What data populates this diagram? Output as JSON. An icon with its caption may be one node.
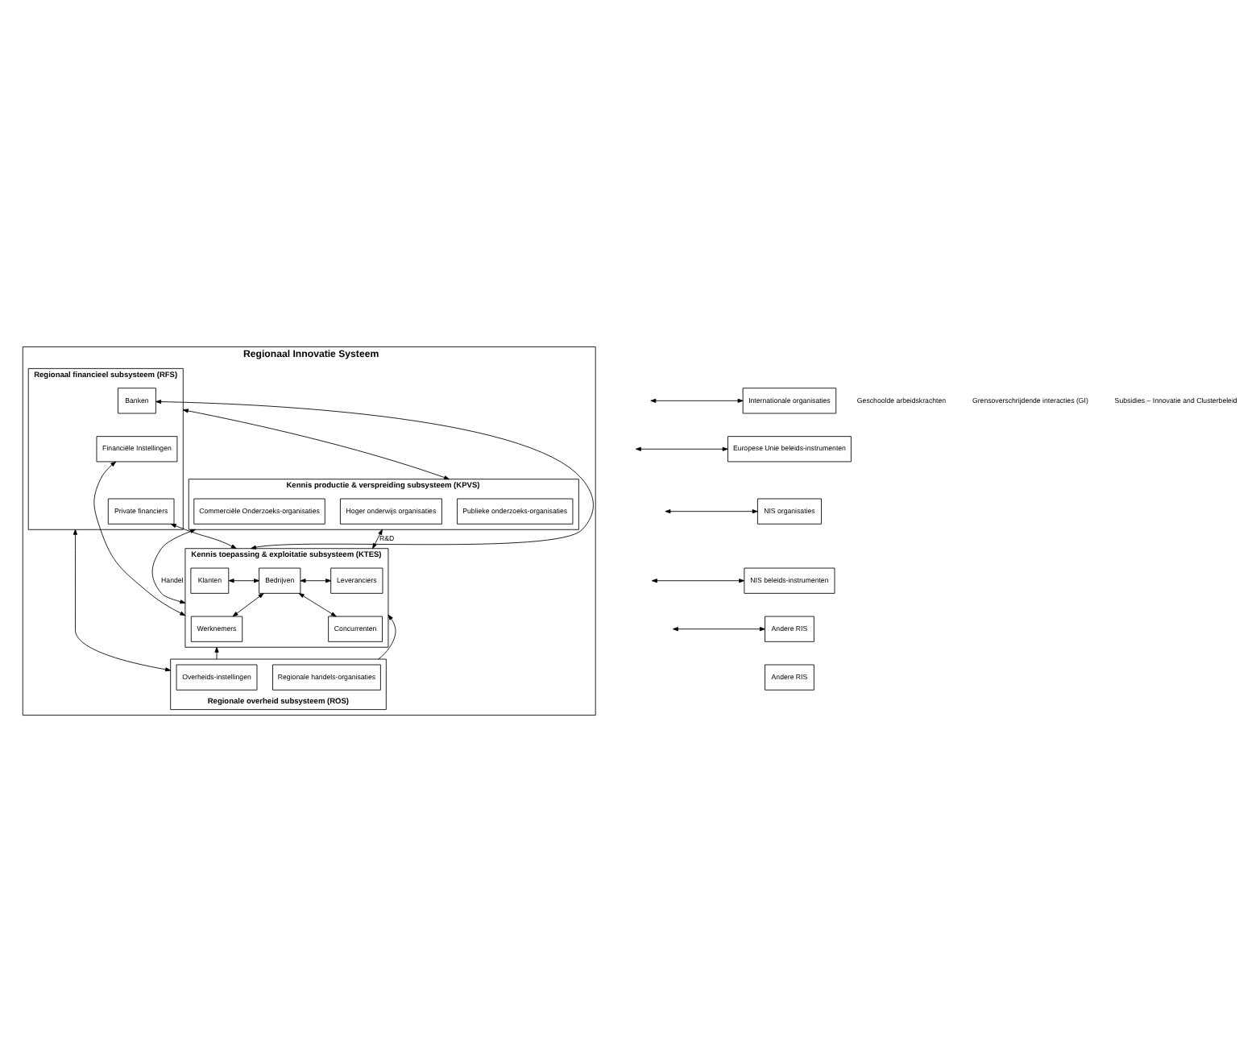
{
  "diagram": {
    "nodes": [
      {
        "text": [
          "Regionaal Innovatie Systeem"
        ]
      },
      {
        "text": [
          "Regionaal financieel subsysteem (RFS)"
        ],
        "in": 0
      },
      {
        "text": [
          "Banken"
        ],
        "in": 1
      },
      {
        "text": [
          "Financiële Instellingen"
        ],
        "in": 1
      },
      {
        "text": [
          "Private financiers"
        ],
        "in": 1
      },
      {
        "text": [
          "Kennis productie & verspreiding subsysteem (KPVS)"
        ],
        "in": 0
      },
      {
        "text": [
          "Publieke onderzoeks-organisaties"
        ],
        "in": 5
      },
      {
        "text": [
          "Hoger onderwijs organisaties"
        ],
        "in": 5
      },
      {
        "text": [
          "Commerciële Onderzoeks-organisaties"
        ],
        "in": 5
      },
      {
        "text": [
          "Kennis toepassing & exploitatie subsysteem (KTES)"
        ],
        "in": 0
      },
      {
        "text": [
          "Klanten"
        ],
        "in": 9
      },
      {
        "text": [
          "Werknemers"
        ],
        "in": 9
      },
      {
        "text": [
          "Bedrijven"
        ],
        "in": 9
      },
      {
        "text": [
          "Leveranciers"
        ],
        "in": 9
      },
      {
        "text": [
          "Concurrenten"
        ],
        "in": 9
      },
      {
        "text": [
          "Regionale overheid subsysteem (ROS)"
        ],
        "in": 0
      },
      {
        "text": [
          "Overheids-instellingen"
        ],
        "in": 15
      },
      {
        "text": [
          "Regionale handels-organisaties"
        ],
        "in": 15
      },
      {
        "text": [
          "Internationale organisaties"
        ]
      },
      {
        "text": [
          "Europese Unie beleids-instrumenten"
        ]
      },
      {
        "text": [
          "NIS organisaties"
        ]
      },
      {
        "text": [
          "NIS beleids-instrumenten"
        ]
      },
      {
        "text": [
          "Andere RIS"
        ]
      },
      {
        "text": [
          "Andere RIS"
        ]
      }
    ],
    "edges": [
      {
        "from": 1,
        "to": 5,
        "arrow": "both"
      },
      {
        "from": 2,
        "to": 9,
        "arrow": "both"
      },
      {
        "from": 3,
        "to": 9,
        "arrow": "both"
      },
      {
        "from": 4,
        "to": 9,
        "arrow": "both"
      },
      {
        "from": 1,
        "to": 15,
        "arrow": "both"
      },
      {
        "from": 5,
        "to": 9,
        "arrow": "both",
        "label": "R&D"
      },
      {
        "from": 5,
        "to": 9,
        "arrow": "both",
        "label": "Handel"
      },
      {
        "from": 10,
        "to": 12,
        "arrow": "both"
      },
      {
        "from": 11,
        "to": 12,
        "arrow": "both"
      },
      {
        "from": 12,
        "to": 13,
        "arrow": "both"
      },
      {
        "from": 12,
        "to": 14,
        "arrow": "both"
      },
      {
        "from": 15,
        "to": 9,
        "arrow": "to"
      },
      {
        "from": 15,
        "to": 9,
        "arrow": "to"
      },
      {
        "from": null,
        "to": 18,
        "arrow": "both"
      },
      {
        "from": null,
        "to": 19,
        "arrow": "both"
      },
      {
        "from": null,
        "to": 20,
        "arrow": "both"
      },
      {
        "from": null,
        "to": 21,
        "arrow": "both"
      },
      {
        "from": null,
        "to": 22,
        "arrow": "both"
      }
    ],
    "labels": [
      "Geschoolde arbeidskrachten",
      "Grensoverschrijdende interacties (GI)",
      "Subsidies – Innovatie and Clusterbeleid"
    ]
  }
}
